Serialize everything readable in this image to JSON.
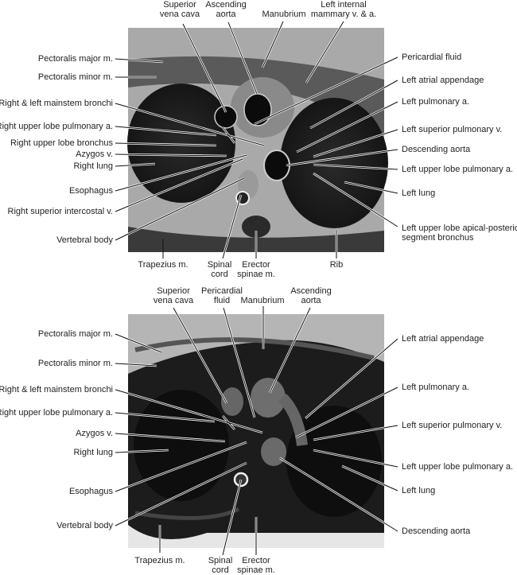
{
  "top_panel": {
    "top_labels": {
      "svc": [
        "Superior",
        "vena cava"
      ],
      "ascending_aorta": [
        "Ascending",
        "aorta"
      ],
      "manubrium": "Manubrium",
      "left_internal_mammary": [
        "Left internal",
        "mammary v. & a."
      ]
    },
    "left_labels": [
      "Pectoralis major m.",
      "Pectoralis minor m.",
      "Right & left mainstem bronchi",
      "Right upper lobe pulmonary a.",
      "Right upper lobe bronchus",
      "Azygos v.",
      "Right lung",
      "Esophagus",
      "Right superior intercostal v.",
      "Vertebral body"
    ],
    "right_labels": [
      "Pericardial fluid",
      "Left atrial appendage",
      "Left pulmonary a.",
      "Left superior pulmonary v.",
      "Descending aorta",
      "Left upper lobe pulmonary a.",
      "Left lung",
      "Left upper lobe apical-posterior",
      "segment bronchus"
    ],
    "bottom_labels": {
      "trapezius": "Trapezius m.",
      "spinal_cord": [
        "Spinal",
        "cord"
      ],
      "erector_spinae": [
        "Erector",
        "spinae m."
      ],
      "rib": "Rib"
    }
  },
  "bottom_panel": {
    "top_labels": {
      "svc": [
        "Superior",
        "vena cava"
      ],
      "pericardial_fluid": [
        "Pericardial",
        "fluid"
      ],
      "manubrium": "Manubrium",
      "ascending_aorta": [
        "Ascending",
        "aorta"
      ]
    },
    "left_labels": [
      "Pectoralis major m.",
      "Pectoralis minor m.",
      "Right & left mainstem bronchi",
      "Right upper lobe pulmonary a.",
      "Azygos v.",
      "Right lung",
      "Esophagus",
      "Vertebral body"
    ],
    "right_labels": [
      "Left atrial appendage",
      "Left pulmonary a.",
      "Left superior pulmonary v.",
      "Left upper lobe pulmonary a.",
      "Left lung",
      "Descending aorta"
    ],
    "bottom_labels": {
      "trapezius": "Trapezius m.",
      "spinal_cord": [
        "Spinal",
        "cord"
      ],
      "erector_spinae": [
        "Erector",
        "spinae m."
      ]
    }
  }
}
